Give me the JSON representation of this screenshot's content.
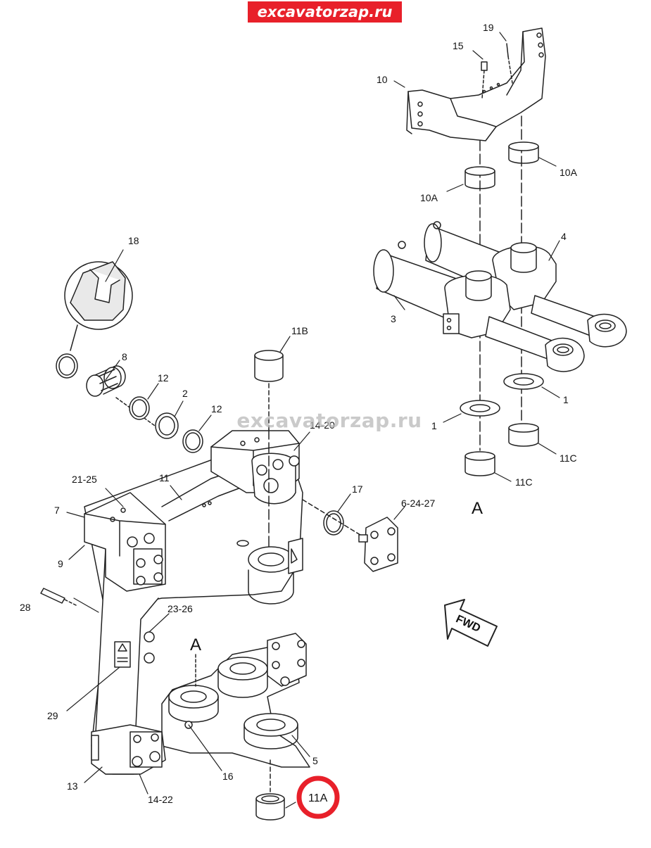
{
  "brand": {
    "top_text": "excavatorzap.ru",
    "watermark_text": "excavatorzap.ru",
    "color": "#e8202a"
  },
  "fwd_label": "FWD",
  "section_marker": "A",
  "highlighted_label": "11A",
  "callouts": {
    "c1a": "1",
    "c1b": "1",
    "c2": "2",
    "c3": "3",
    "c4": "4",
    "c5": "5",
    "c6_24_27": "6-24-27",
    "c7": "7",
    "c8": "8",
    "c9": "9",
    "c10": "10",
    "c10a_left": "10A",
    "c10a_right": "10A",
    "c11": "11",
    "c11b": "11B",
    "c11c_left": "11C",
    "c11c_right": "11C",
    "c12a": "12",
    "c12b": "12",
    "c13": "13",
    "c14_20": "14-20",
    "c14_22": "14-22",
    "c15": "15",
    "c16": "16",
    "c17": "17",
    "c18": "18",
    "c19": "19",
    "c21_25": "21-25",
    "c23_26": "23-26",
    "c28": "28",
    "c29": "29"
  }
}
